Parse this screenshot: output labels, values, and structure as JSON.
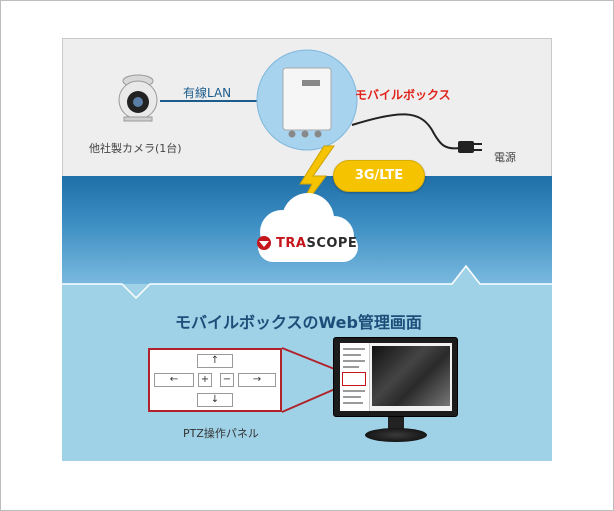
{
  "labels": {
    "wired_lan": "有線LAN",
    "camera": "他社製カメラ(1台)",
    "mobile_box": "モバイルボックス",
    "power": "電源",
    "network": "3G/LTE",
    "web_admin_title": "モバイルボックスのWeb管理画面",
    "ptz_panel": "PTZ操作パネル"
  },
  "logo": {
    "brand_prefix": "TRA",
    "brand_suffix": "SCOPE"
  },
  "ptz_buttons": {
    "up": "↑",
    "down": "↓",
    "left": "←",
    "right": "→",
    "zoom_in": "+",
    "zoom_out": "−"
  },
  "icons": [
    "camera-icon",
    "mobile-box-icon",
    "power-plug-icon",
    "lightning-icon",
    "cloud-icon",
    "trascope-logo-icon",
    "monitor-icon"
  ],
  "colors": {
    "accent_red": "#e0241b",
    "badge_yellow": "#f5c300",
    "band_blue": "#1f6fa8",
    "panel_light_blue": "#9fd2e6",
    "title_blue": "#1d4e7a"
  }
}
